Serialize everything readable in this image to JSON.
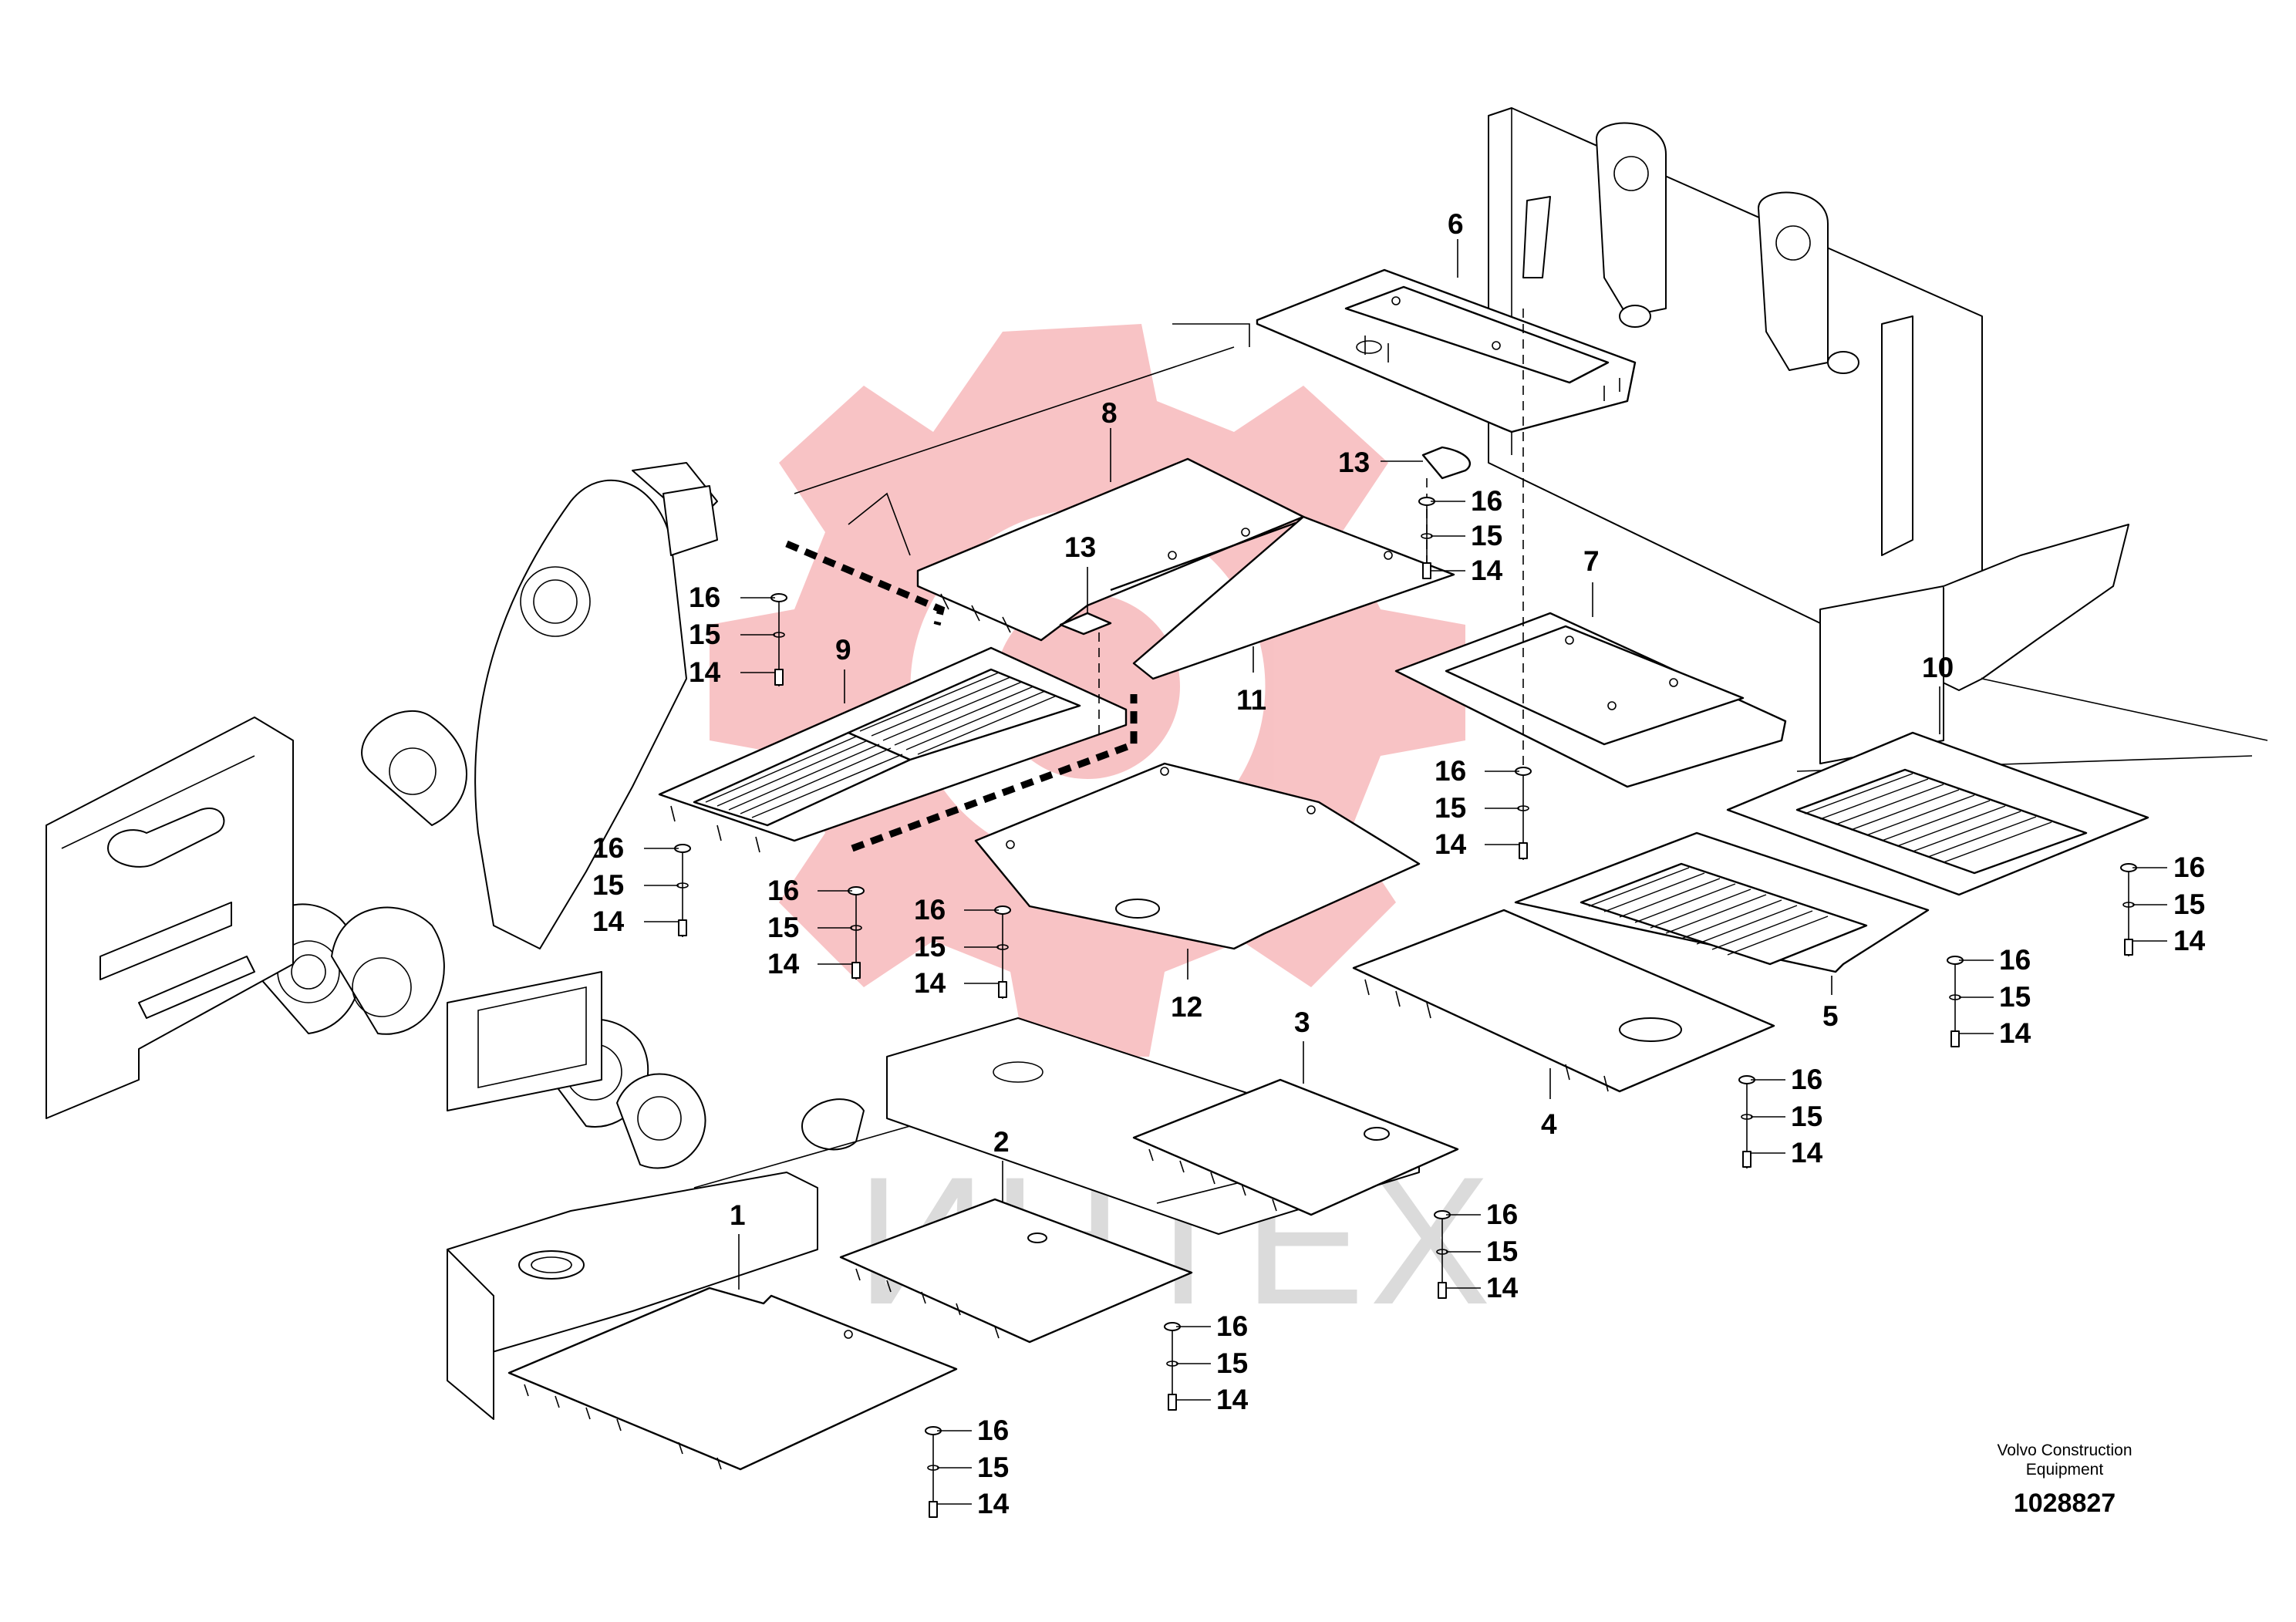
{
  "diagram": {
    "callouts": {
      "c1": "1",
      "c2": "2",
      "c3": "3",
      "c4": "4",
      "c5": "5",
      "c6": "6",
      "c7": "7",
      "c8": "8",
      "c9": "9",
      "c10": "10",
      "c11": "11",
      "c12": "12",
      "c13a": "13",
      "c13b": "13",
      "fastener_washer": "16",
      "fastener_lockwasher": "15",
      "fastener_bolt": "14"
    },
    "watermark": "ИНТЕХ"
  },
  "footer": {
    "brand_line1": "Volvo Construction",
    "brand_line2": "Equipment",
    "drawing_number": "1028827"
  },
  "colors": {
    "line": "#000000",
    "watermark_red": "#e8434a",
    "watermark_grey": "#bfbfbf"
  }
}
